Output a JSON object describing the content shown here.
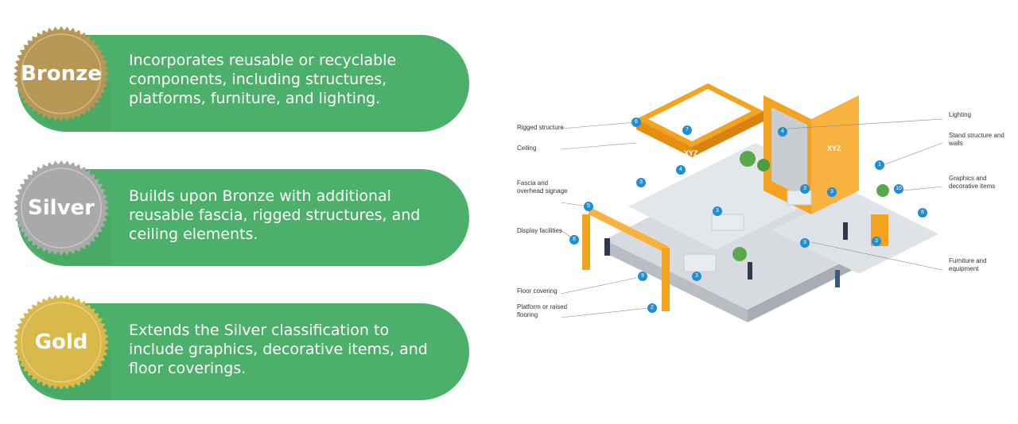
{
  "tiers": [
    {
      "name": "Bronze",
      "color": "#b89654",
      "description": "Incorporates reusable or recyclable components, including structures, platforms, furniture, and lighting."
    },
    {
      "name": "Silver",
      "color": "#a9a9a9",
      "description": "Builds upon Bronze with additional reusable fascia, rigged structures, and ceiling elements."
    },
    {
      "name": "Gold",
      "color": "#d9b94a",
      "description": "Extends the Silver classification to include graphics, decorative items, and floor coverings."
    }
  ],
  "pill_color": "#4caf6a",
  "diagram": {
    "logo_text": "XYZ",
    "labels_left": [
      "Rigged structure",
      "Ceiling",
      "Fascia and overhead signage",
      "Display facilities",
      "Floor covering",
      "Platform or raised flooring"
    ],
    "labels_right": [
      "Lighting",
      "Stand structure and walls",
      "Graphics and decorative items",
      "Furniture and equipment"
    ],
    "markers": [
      "1",
      "2",
      "3",
      "4",
      "5",
      "6",
      "7",
      "8",
      "9",
      "10"
    ]
  }
}
